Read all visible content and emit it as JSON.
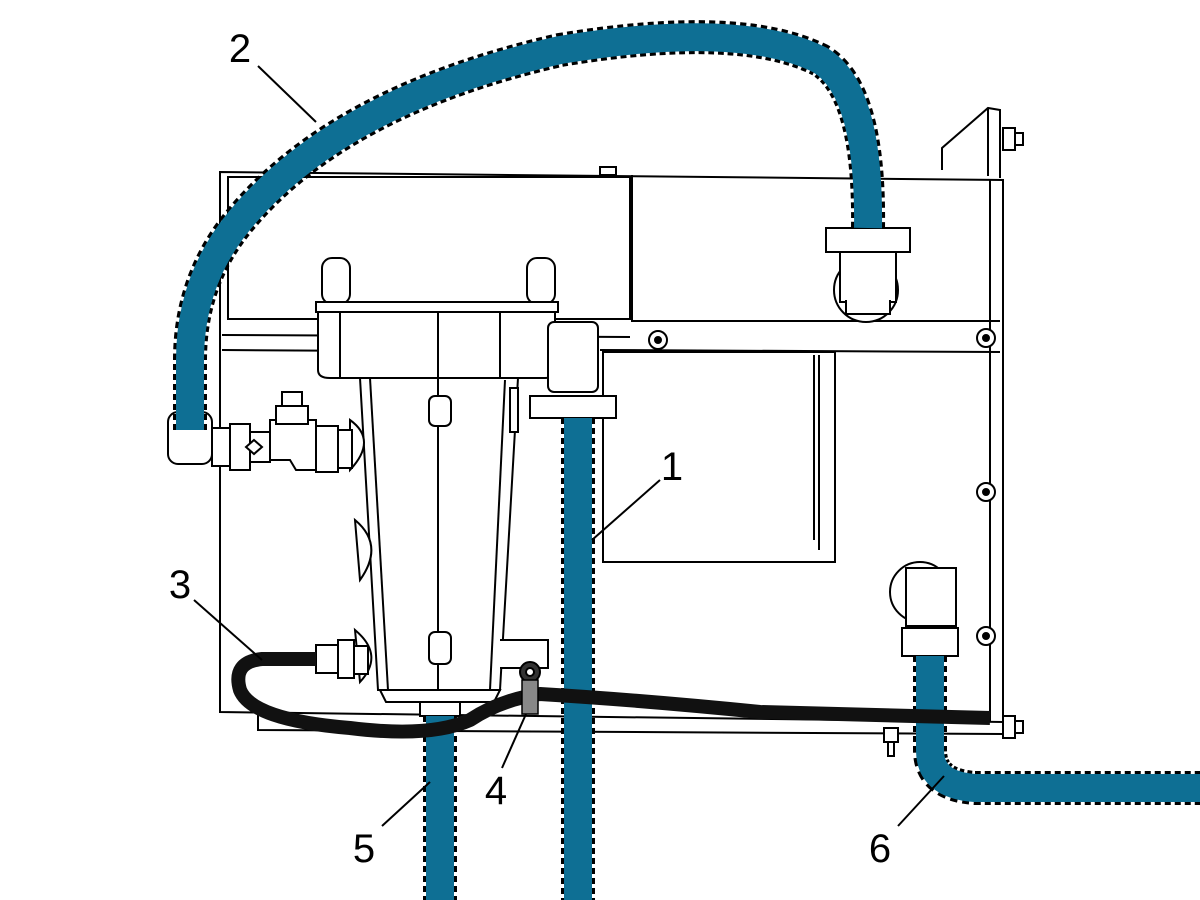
{
  "diagram": {
    "callouts": [
      {
        "id": "callout-1",
        "label": "1"
      },
      {
        "id": "callout-2",
        "label": "2"
      },
      {
        "id": "callout-3",
        "label": "3"
      },
      {
        "id": "callout-4",
        "label": "4"
      },
      {
        "id": "callout-5",
        "label": "5"
      },
      {
        "id": "callout-6",
        "label": "6"
      }
    ]
  },
  "colors": {
    "hose": "#0e6f94",
    "cable": "#111111",
    "line": "#000000",
    "background": "#ffffff"
  }
}
